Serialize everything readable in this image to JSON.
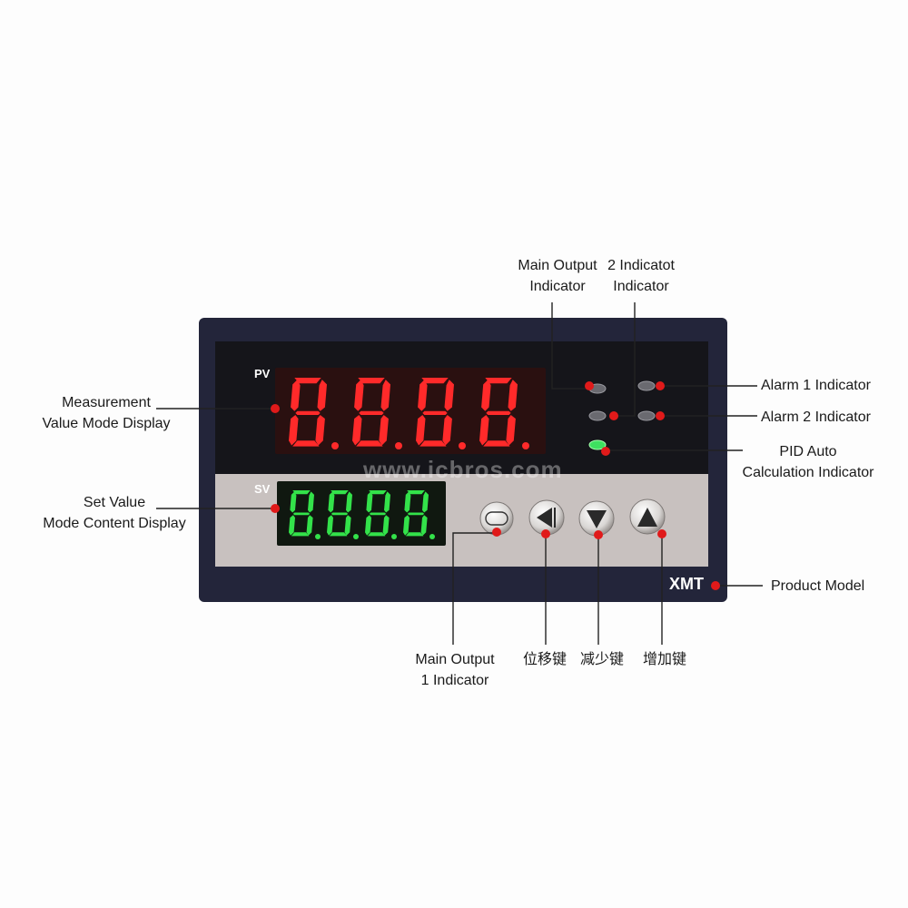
{
  "device": {
    "model": "XMT",
    "pv_label": "PV",
    "sv_label": "SV",
    "pv_digits": "8.8.8.8.",
    "sv_digits": "8.8.8.8.",
    "set_key": "SET",
    "watermark": "www.icbros.com",
    "colors": {
      "frame": "#23253a",
      "bezel": "#15151a",
      "pv_window": "#2a1010",
      "pv_digit": "#ff2a2a",
      "sv_window": "#101810",
      "sv_digit": "#33e24a",
      "lower_panel": "#c8c1bf",
      "callout": "#222222",
      "callout_dot": "#e01a1a"
    }
  },
  "callouts": {
    "main_output": {
      "line1": "Main Output",
      "line2": "Indicator"
    },
    "indicator_2": {
      "line1": "2 Indicatot",
      "line2": "Indicator"
    },
    "alarm1": "Alarm 1 Indicator",
    "alarm2": "Alarm 2 Indicator",
    "pid": {
      "line1": "PID Auto",
      "line2": "Calculation Indicator"
    },
    "measurement": {
      "line1": "Measurement",
      "line2": "Value Mode Display"
    },
    "set_value": {
      "line1": "Set Value",
      "line2": "Mode Content Display"
    },
    "product_model": "Product Model",
    "main_output_1": {
      "line1": "Main Output",
      "line2": "1 Indicator"
    },
    "shift_key": "位移键",
    "decrease_key": "减少键",
    "increase_key": "增加键"
  }
}
